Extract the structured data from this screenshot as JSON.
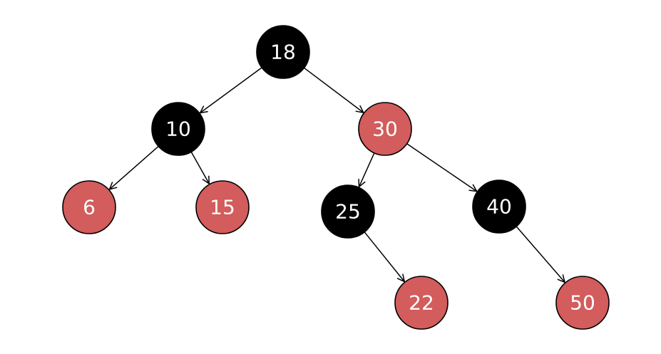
{
  "colors": {
    "black": "#000000",
    "red": "#d35c5c"
  },
  "nodes": [
    {
      "id": "n18",
      "label": "18",
      "color": "black"
    },
    {
      "id": "n10",
      "label": "10",
      "color": "black"
    },
    {
      "id": "n30",
      "label": "30",
      "color": "red"
    },
    {
      "id": "n6",
      "label": "6",
      "color": "red"
    },
    {
      "id": "n15",
      "label": "15",
      "color": "red"
    },
    {
      "id": "n25",
      "label": "25",
      "color": "black"
    },
    {
      "id": "n40",
      "label": "40",
      "color": "black"
    },
    {
      "id": "n22",
      "label": "22",
      "color": "red"
    },
    {
      "id": "n50",
      "label": "50",
      "color": "red"
    }
  ],
  "edges": [
    {
      "from": "n18",
      "to": "n10"
    },
    {
      "from": "n18",
      "to": "n30"
    },
    {
      "from": "n10",
      "to": "n6"
    },
    {
      "from": "n10",
      "to": "n15"
    },
    {
      "from": "n30",
      "to": "n25"
    },
    {
      "from": "n30",
      "to": "n40"
    },
    {
      "from": "n25",
      "to": "n22"
    },
    {
      "from": "n40",
      "to": "n50"
    }
  ]
}
